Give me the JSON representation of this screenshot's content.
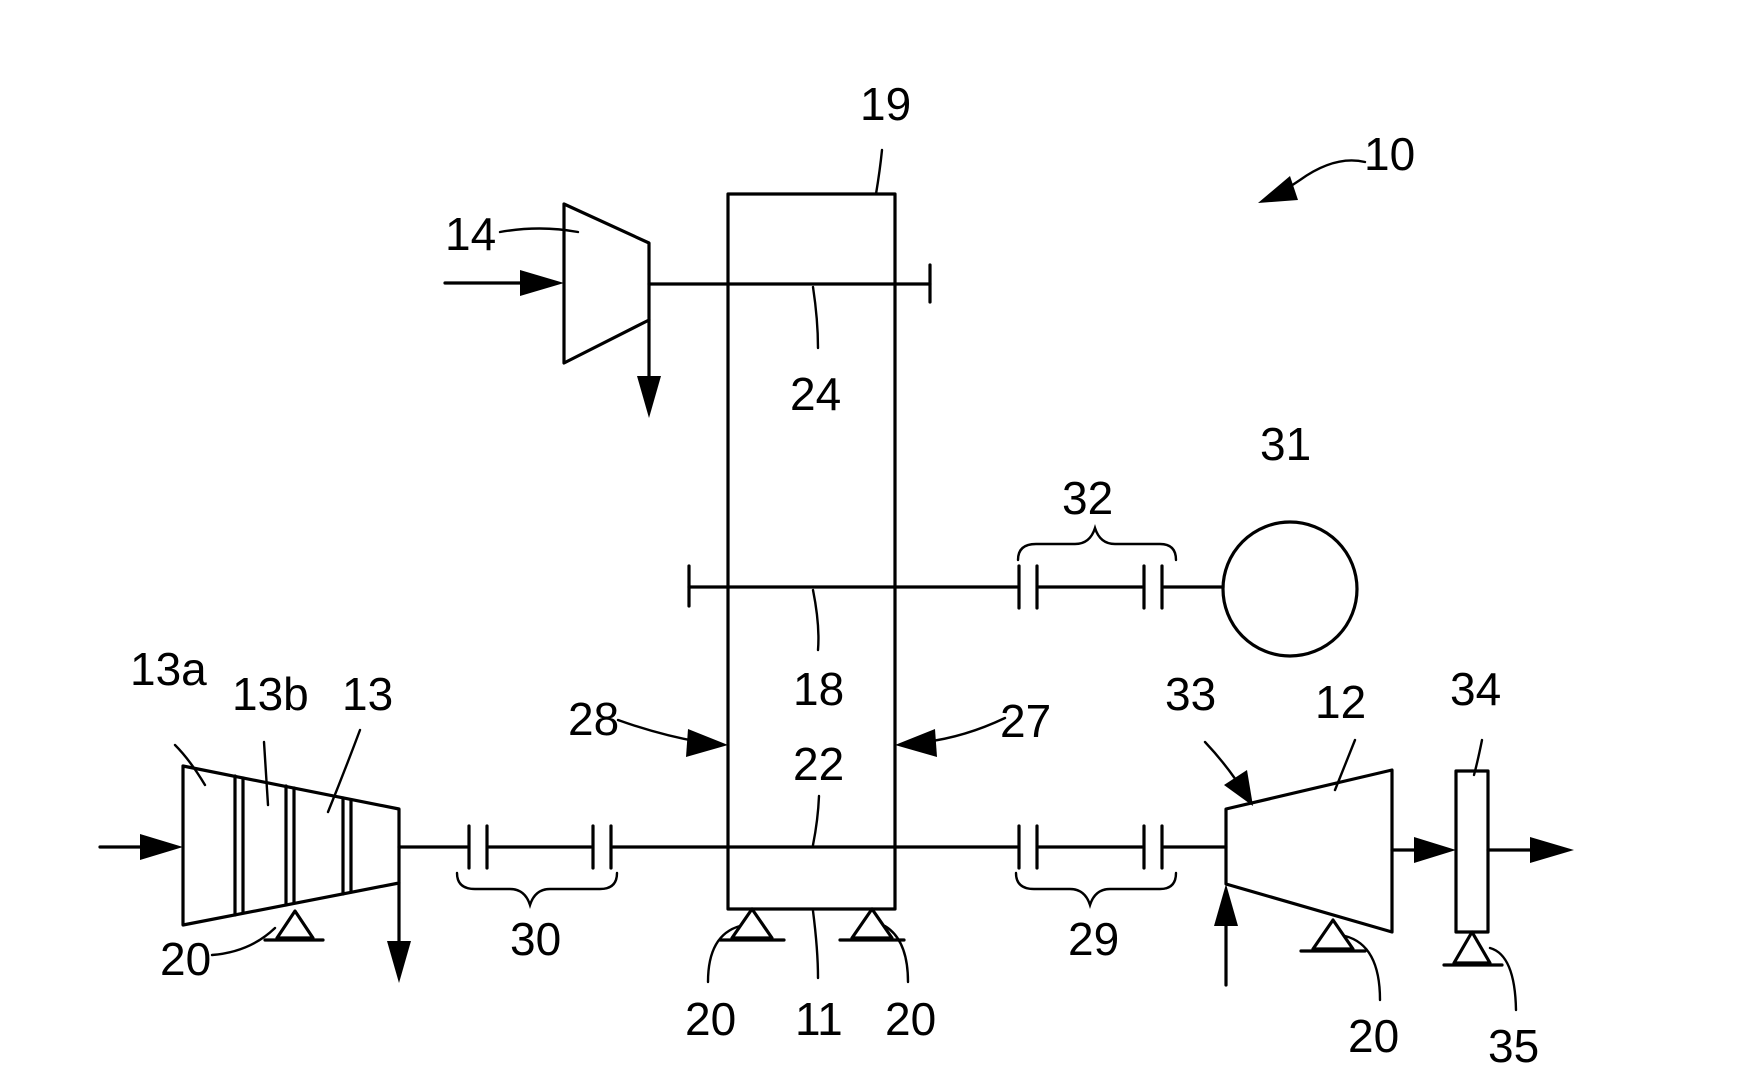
{
  "labels": {
    "l10": "10",
    "l11": "11",
    "l12": "12",
    "l13": "13",
    "l13a": "13a",
    "l13b": "13b",
    "l14": "14",
    "l18": "18",
    "l19": "19",
    "l20": "20",
    "l22": "22",
    "l24": "24",
    "l27": "27",
    "l28": "28",
    "l29": "29",
    "l30": "30",
    "l31": "31",
    "l32": "32",
    "l33": "33",
    "l34": "34",
    "l35": "35"
  }
}
